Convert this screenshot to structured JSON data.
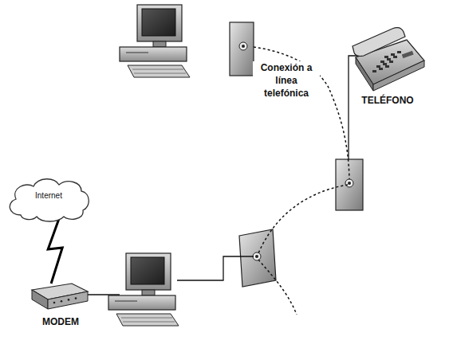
{
  "diagram": {
    "nodes": [
      {
        "text": [
          "Conexión a línea telefónica"
        ]
      },
      {
        "text": [
          "TELÉFONO"
        ]
      },
      {
        "text": [
          "Internet"
        ]
      },
      {
        "text": [
          "MODEM"
        ]
      }
    ],
    "edges": [
      {
        "from": 2,
        "to": 3,
        "arrow": "none"
      }
    ]
  }
}
